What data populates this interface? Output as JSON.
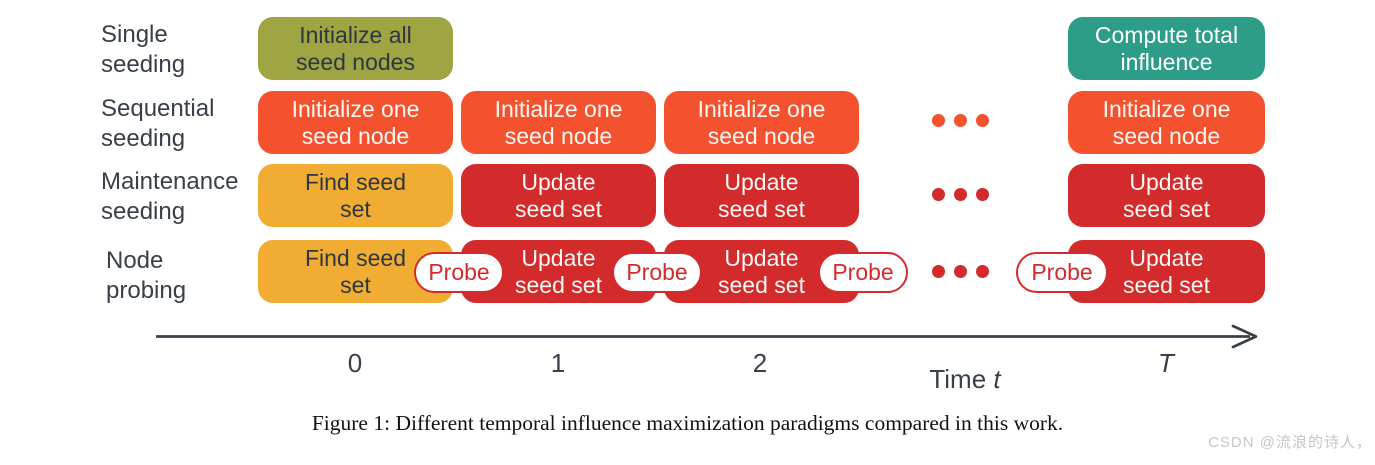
{
  "diagram": {
    "rows": [
      {
        "label": "Single\nseeding",
        "boxes": [
          {
            "text": "Initialize all\nseed nodes",
            "type": "olive"
          },
          {
            "text": "Compute total\ninfluence",
            "type": "teal"
          }
        ]
      },
      {
        "label": "Sequential\nseeding",
        "boxes": [
          {
            "text": "Initialize one\nseed node",
            "type": "orange"
          },
          {
            "text": "Initialize one\nseed node",
            "type": "orange"
          },
          {
            "text": "Initialize one\nseed node",
            "type": "orange"
          },
          {
            "text": "Initialize one\nseed node",
            "type": "orange"
          }
        ],
        "ellipsis": "true"
      },
      {
        "label": "Maintenance\nseeding",
        "boxes": [
          {
            "text": "Find seed\nset",
            "type": "amber"
          },
          {
            "text": "Update\nseed set",
            "type": "red"
          },
          {
            "text": "Update\nseed set",
            "type": "red"
          },
          {
            "text": "Update\nseed set",
            "type": "red"
          }
        ],
        "ellipsis": "true"
      },
      {
        "label": "Node\nprobing",
        "boxes": [
          {
            "text": "Find seed\nset",
            "type": "amber"
          },
          {
            "text": "Update\nseed set",
            "type": "red"
          },
          {
            "text": "Update\nseed set",
            "type": "red"
          },
          {
            "text": "Update\nseed set",
            "type": "red"
          }
        ],
        "ellipsis": "true",
        "probe_label": "Probe"
      }
    ]
  },
  "axis": {
    "ticks": [
      "0",
      "1",
      "2",
      "T"
    ],
    "time_label_prefix": "Time ",
    "time_label_var": "t"
  },
  "caption": "Figure 1: Different temporal influence maximization paradigms compared in this work.",
  "watermark": "CSDN @流浪的诗人，",
  "colors": {
    "olive": "#a0a544",
    "teal": "#2e9d87",
    "orange": "#f4522e",
    "amber": "#f1ad33",
    "red": "#d32b2c",
    "dark_text": "#2f3640",
    "axis_text": "#39404a",
    "watermark": "#c6c6c6"
  }
}
